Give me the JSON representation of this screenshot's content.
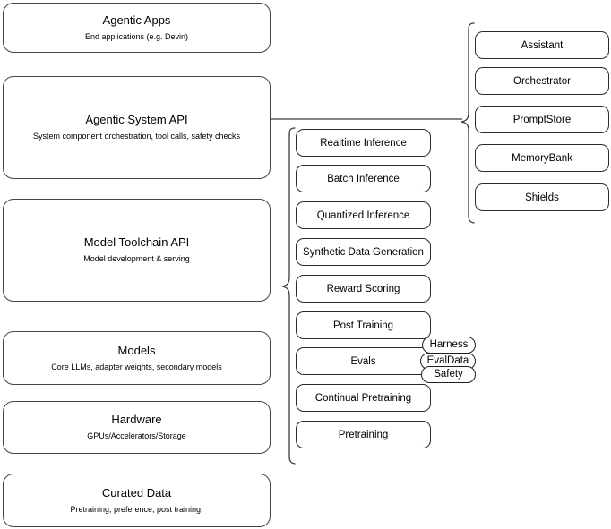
{
  "diagram": {
    "title": "Llama Stack layered architecture diagram",
    "stroke_color": "#3b3b3b",
    "background_color": "#ffffff",
    "text_color": "#000000"
  },
  "layers": [
    {
      "id": "agentic-apps",
      "title": "Agentic Apps",
      "subtitle": "End applications (e.g. Devin)"
    },
    {
      "id": "agentic-system-api",
      "title": "Agentic System API",
      "subtitle": "System component orchestration, tool calls, safety checks"
    },
    {
      "id": "model-toolchain-api",
      "title": "Model Toolchain API",
      "subtitle": "Model development & serving"
    },
    {
      "id": "models",
      "title": "Models",
      "subtitle": "Core LLMs, adapter weights, secondary models"
    },
    {
      "id": "hardware",
      "title": "Hardware",
      "subtitle": "GPUs/Accelerators/Storage"
    },
    {
      "id": "curated-data",
      "title": "Curated Data",
      "subtitle": "Pretraining, preference, post training."
    }
  ],
  "toolchain_capabilities": [
    {
      "id": "realtime-inference",
      "label": "Realtime Inference"
    },
    {
      "id": "batch-inference",
      "label": "Batch Inference"
    },
    {
      "id": "quantized-inference",
      "label": "Quantized Inference"
    },
    {
      "id": "synthetic-data-generation",
      "label": "Synthetic Data Generation"
    },
    {
      "id": "reward-scoring",
      "label": "Reward Scoring"
    },
    {
      "id": "post-training",
      "label": "Post Training"
    },
    {
      "id": "evals",
      "label": "Evals"
    },
    {
      "id": "continual-pretraining",
      "label": "Continual Pretraining"
    },
    {
      "id": "pretraining",
      "label": "Pretraining"
    }
  ],
  "eval_tags": [
    {
      "id": "harness",
      "label": "Harness"
    },
    {
      "id": "evaldata",
      "label": "EvalData"
    },
    {
      "id": "safety",
      "label": "Safety"
    }
  ],
  "agentic_components": [
    {
      "id": "assistant",
      "label": "Assistant"
    },
    {
      "id": "orchestrator",
      "label": "Orchestrator"
    },
    {
      "id": "promptstore",
      "label": "PromptStore"
    },
    {
      "id": "memorybank",
      "label": "MemoryBank"
    },
    {
      "id": "shields",
      "label": "Shields"
    }
  ]
}
